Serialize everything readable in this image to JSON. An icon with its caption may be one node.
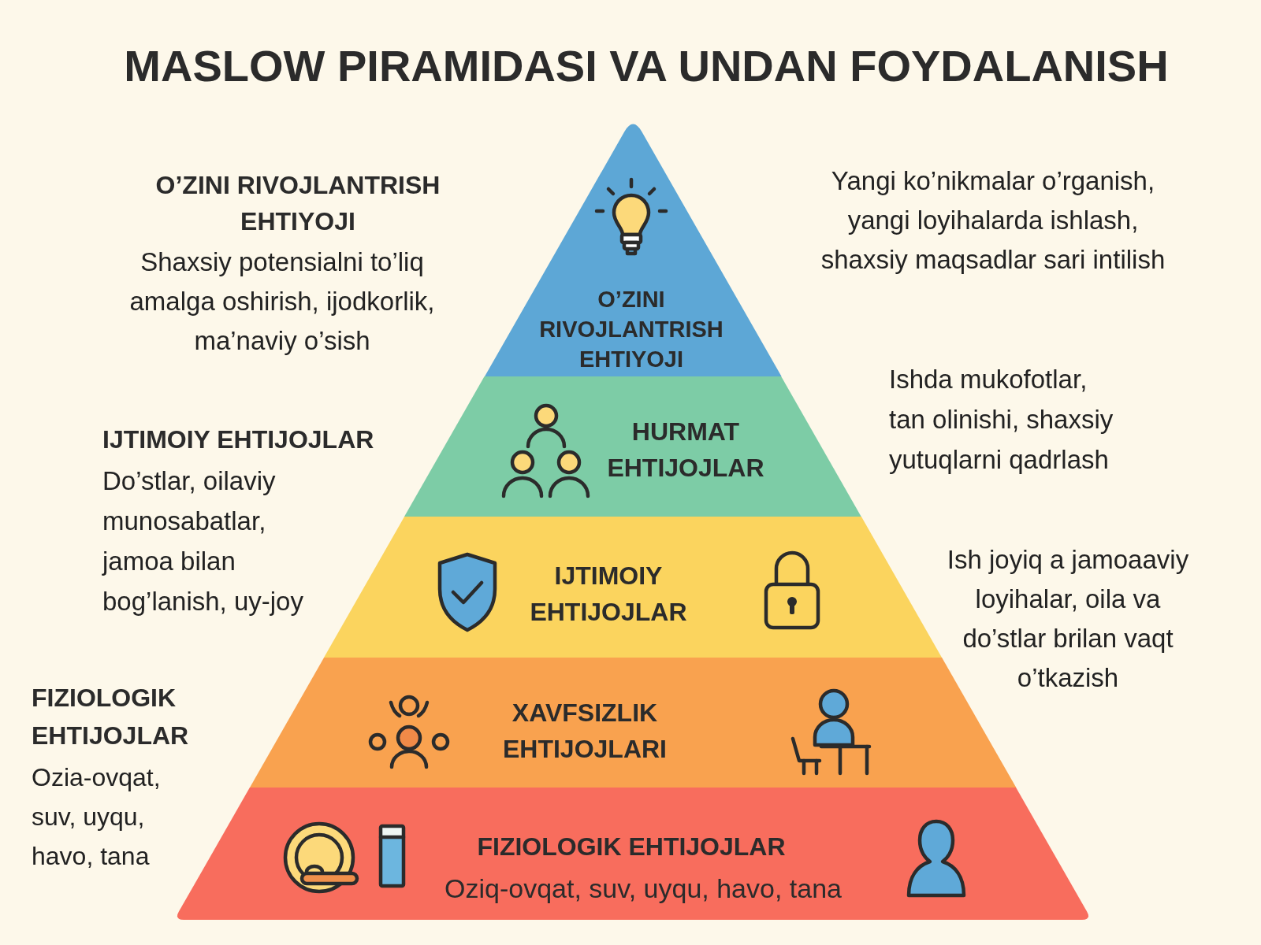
{
  "diagram": {
    "title": "MASLOW PIRAMIDASI VA UNDAN FOYDALANISH",
    "nodes": [
      {
        "text": [
          "O’ZINI RIVOJLANTRISH EHTIYOJI"
        ]
      },
      {
        "text": [
          "HURMAT EHTIJOJLAR"
        ]
      },
      {
        "text": [
          "IJTIMOIY EHTIJOJLAR"
        ]
      },
      {
        "text": [
          "XAVFSIZLIK EHTIJOJLARI"
        ]
      },
      {
        "text": [
          "FIZIOLOGIK EHTIJOJLAR",
          "Oziq-ovqat, suv, uyqu, havo, tana"
        ]
      }
    ],
    "labels": [
      "O’ZINI RIVOJLANTRISH EHTIYOJI",
      "Yangi ko’nikmalar o’rganish, yangi loyihalarda ishlash, shaxsiy maqsadlar sari intilish",
      "Shaxsiy potensialni to’liq amalga oshirish, ijodkorlik, ma’naviy o’sish",
      "Ishda mukofotlar, tan olinishi, shaxsiy yutuqlarni qadrlash",
      "IJTIMOIY EHTIJOJLAR",
      "Do’stlar, oilaviy munosabatlar, jamoa bilan bog’lanish, uy-joy",
      "Ish joyiq a jamoaaviy loyihalar, oila va do’stlar brilan vaqt o’tkazish",
      "FIZIOLOGIK EHTIJOJLAR",
      "Ozia-ovqat, suv, uyqu, havo, tana"
    ]
  }
}
